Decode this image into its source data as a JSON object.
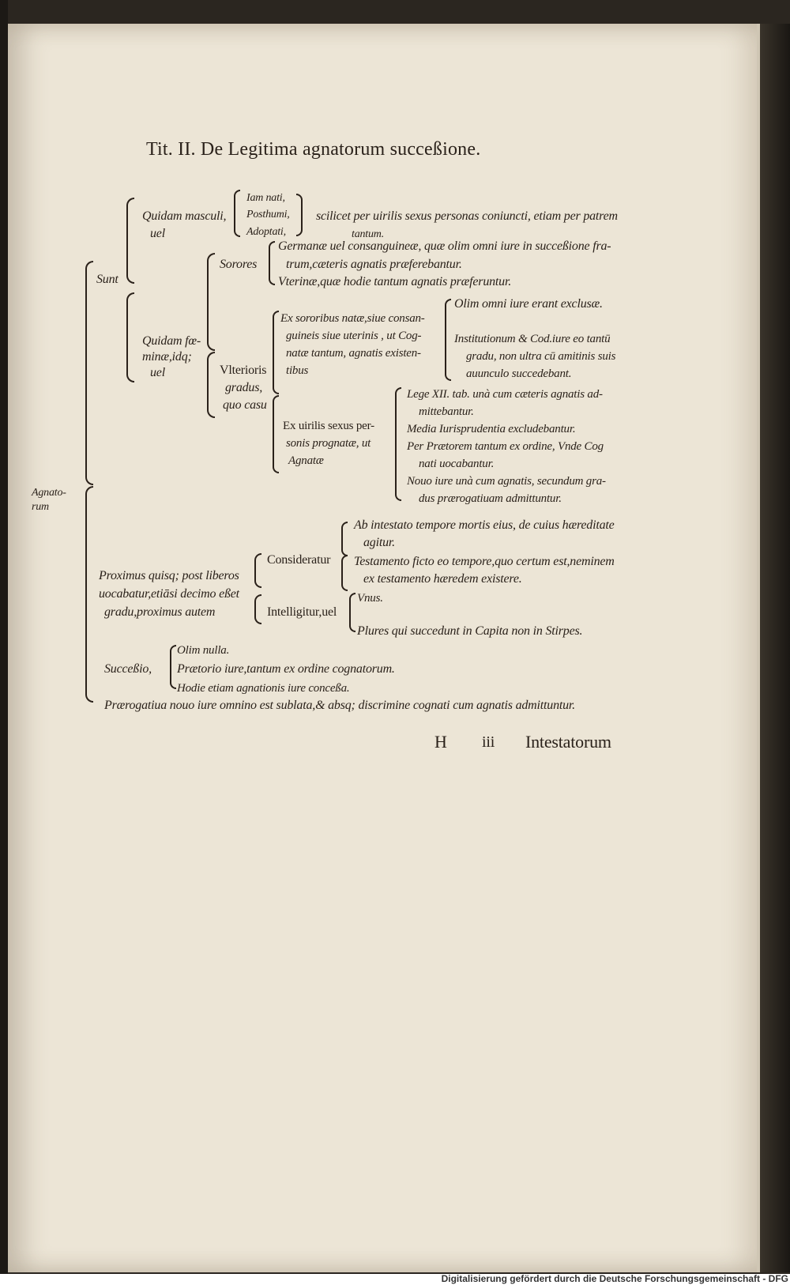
{
  "title": "Tit. II. De Legitima agnatorum succeßione.",
  "tree": {
    "root": "Agnato-\nrum",
    "sunt": "Sunt",
    "masculi": {
      "label": "Quidam masculi,",
      "vel": "uel",
      "items": [
        "Iam nati,",
        "Posthumi,",
        "Adoptati,"
      ],
      "note": "scilicet per uirilis sexus personas coniuncti, etiam per patrem",
      "note2": "tantum."
    },
    "foeminae": {
      "label1": "Quidam fœ-",
      "label2": "minæ,idq;",
      "label3": "uel"
    },
    "sorores": {
      "label": "Sorores",
      "item1a": "Germanæ uel consanguineæ, quæ olim omni iure in succeßione fra-",
      "item1b": "trum,cæteris agnatis præferebantur.",
      "item2": "Vterinæ,quæ hodie tantum agnatis præferuntur."
    },
    "ulterioris": {
      "l1": "Vlterioris",
      "l2": "gradus,",
      "l3": "quo casu"
    },
    "ex_sororibus": {
      "l1": "Ex sororibus natæ,siue consan-",
      "l2": "guineis siue uterinis , ut Cog-",
      "l3": "natæ tantum, agnatis existen-",
      "l4": "tibus"
    },
    "olim_exclusae": "Olim omni iure erant exclusæ.",
    "institutionum": {
      "l1": "Institutionum & Cod.iure eo tantū",
      "l2": "gradu, non ultra cū amitinis suis",
      "l3": "auunculo succedebant."
    },
    "ex_uirilis": {
      "l1": "Ex uirilis sexus per-",
      "l2": "sonis prognatæ, ut",
      "l3": "Agnatæ"
    },
    "lege": {
      "l1": "Lege XII. tab. unà cum cæteris agnatis ad-",
      "l2": "mittebantur.",
      "l3": "Media Iurisprudentia excludebantur.",
      "l4": "Per Prætorem tantum ex ordine, Vnde Cog",
      "l5": "nati uocabantur.",
      "l6": "Nouo iure unà cum agnatis, secundum gra-",
      "l7": "dus prærogatiuam admittuntur."
    },
    "proximus": {
      "l1": "Proximus quisq; post liberos",
      "l2": "uocabatur,etiāsi decimo eßet",
      "l3": "gradu,proximus autem"
    },
    "consideratur": "Consideratur",
    "ab_intestato": {
      "l1": "Ab intestato tempore mortis eius, de cuius hæreditate",
      "l2": "agitur."
    },
    "testamento": {
      "l1": "Testamento ficto eo tempore,quo certum est,neminem",
      "l2": "ex testamento hæredem existere."
    },
    "intelligitur": "Intelligitur,uel",
    "vnus": "Vnus.",
    "plures": "Plures qui succedunt in Capita non in Stirpes.",
    "successio": {
      "label": "Succeßio,",
      "i1": "Olim nulla.",
      "i2": "Prætorio iure,tantum ex ordine cognatorum.",
      "i3": "Hodie etiam agnationis iure conceßa."
    },
    "praerogatiua": "Prærogatiua nouo iure omnino est sublata,& absq; discrimine cognati cum agnatis admittuntur."
  },
  "footer": {
    "signature": "H",
    "page": "iii",
    "catchword": "Intestatorum"
  },
  "credit": "Digitalisierung gefördert durch die Deutsche Forschungsgemeinschaft - DFG",
  "colors": {
    "ink": "#2a211a",
    "paper": "#ece5d6"
  }
}
